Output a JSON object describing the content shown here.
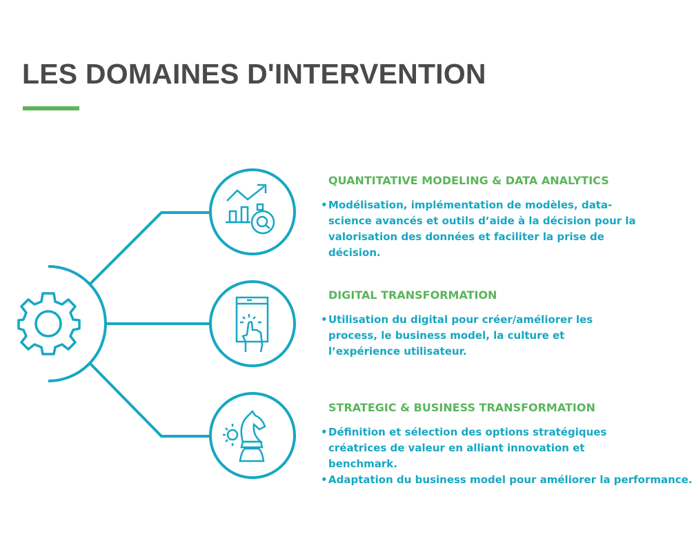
{
  "title": "LES DOMAINES D'INTERVENTION",
  "colors": {
    "accent": "#16a7c3",
    "heading": "#5bb55b",
    "title": "#4a4a4a"
  },
  "center_icon": "gear-icon",
  "domains": [
    {
      "icon": "chart-analytics-icon",
      "heading": "QUANTITATIVE MODELING & DATA ANALYTICS",
      "bullets": [
        "Modélisation, implémentation de modèles, data-science avancés et outils d’aide à la décision pour la valorisation des données et faciliter la prise de décision."
      ]
    },
    {
      "icon": "tablet-touch-icon",
      "heading": "DIGITAL TRANSFORMATION",
      "bullets": [
        "Utilisation du digital pour créer/améliorer les process, le business model, la culture et l’expérience utilisateur."
      ]
    },
    {
      "icon": "chess-knight-gear-icon",
      "heading": "STRATEGIC & BUSINESS TRANSFORMATION",
      "bullets": [
        "Définition et sélection des options stratégiques créatrices de valeur en alliant innovation et benchmark.",
        "Adaptation du business model pour améliorer la performance."
      ]
    }
  ]
}
